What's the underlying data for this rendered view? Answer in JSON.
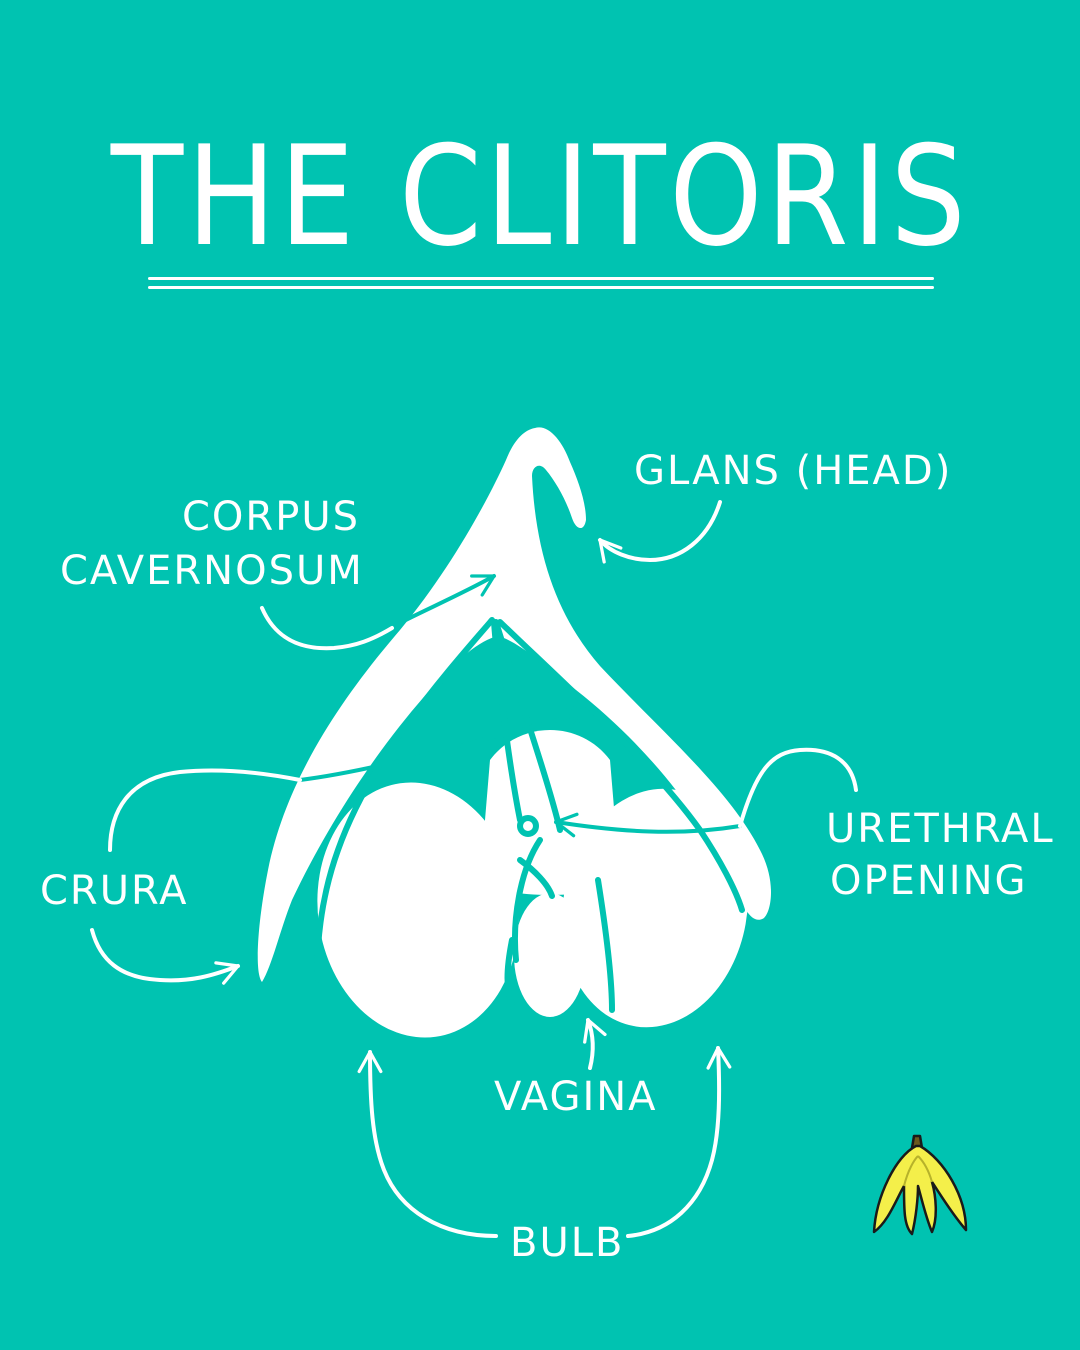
{
  "title": "THE CLITORIS",
  "labels": {
    "glans": "GLANS (HEAD)",
    "corpus_line1": "CORPUS",
    "corpus_line2": "CAVERNOSUM",
    "crura": "CRURA",
    "urethral_line1": "URETHRAL",
    "urethral_line2": "OPENING",
    "vagina": "VAGINA",
    "bulb": "BULB"
  },
  "colors": {
    "background": "#00c3b1",
    "foreground": "#ffffff",
    "logo_fill": "#f4ef4a",
    "logo_outline": "#1a1a1a"
  },
  "icons": {
    "logo": "banana-peel-icon"
  }
}
